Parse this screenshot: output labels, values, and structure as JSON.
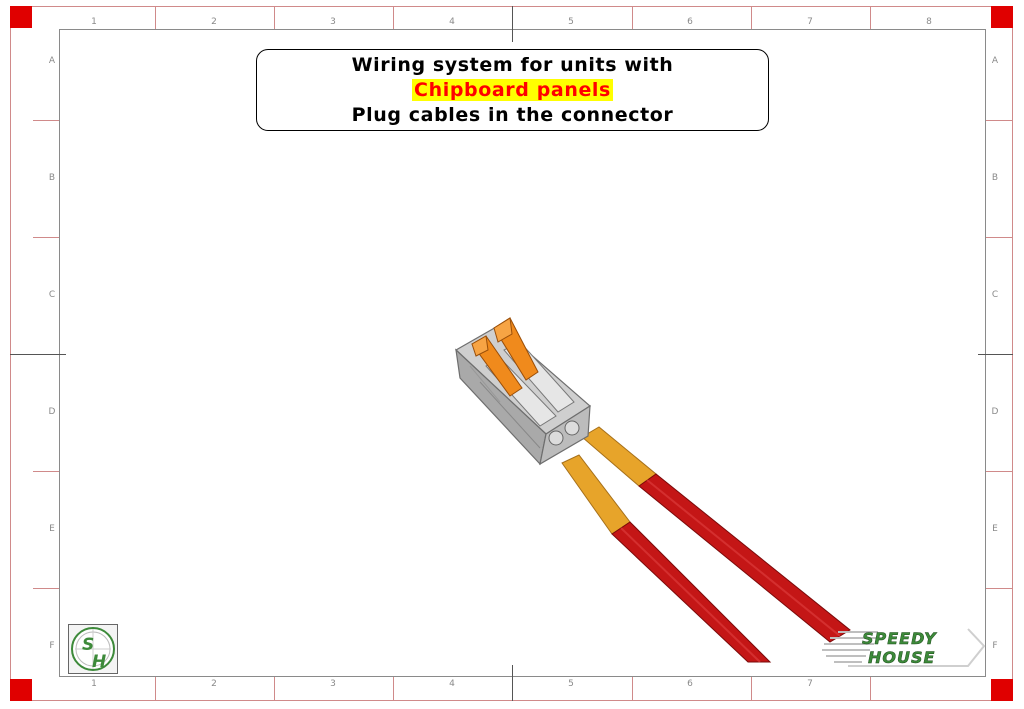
{
  "sheet": {
    "columns": [
      "1",
      "2",
      "3",
      "4",
      "5",
      "6",
      "7",
      "8"
    ],
    "rows": [
      "A",
      "B",
      "C",
      "D",
      "E",
      "F"
    ],
    "border_color": "#d08a8a",
    "corner_color": "#e00000"
  },
  "title_block": {
    "line1": "Wiring system for units with",
    "highlight": "Chipboard panels",
    "line3": "Plug cables in the connector",
    "highlight_bg": "#ffff00",
    "highlight_fg": "#ff0000"
  },
  "illustration": {
    "subject": "lever connector with two cables",
    "colors": {
      "housing": "#b9b9b9",
      "levers": "#f08a1c",
      "conductor": "#e7a42a",
      "insulation": "#c41616"
    }
  },
  "logos": {
    "left_icon": "sh-monogram-icon",
    "right_icon": "speedy-house-logo-icon",
    "left_text": "SH",
    "right_text": "SPEEDY HOUSE",
    "brand_green": "#3d8a3a"
  }
}
